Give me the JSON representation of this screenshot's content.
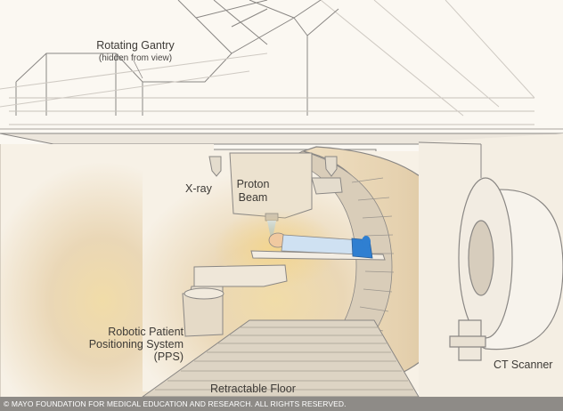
{
  "labels": {
    "rotating_gantry": "Rotating Gantry",
    "rotating_gantry_note": "(hidden from view)",
    "xray": "X-ray",
    "proton_line1": "Proton",
    "proton_line2": "Beam",
    "pps_line1": "Robotic Patient",
    "pps_line2": "Positioning System",
    "pps_line3": "(PPS)",
    "ct_scanner": "CT Scanner",
    "retractable_floor": "Retractable Floor"
  },
  "footer": {
    "copyright": "© MAYO FOUNDATION FOR MEDICAL EDUCATION AND RESEARCH. ALL RIGHTS RESERVED."
  },
  "colors": {
    "wall_warm": "#e9d9bd",
    "room_light": "#f6efe2",
    "beam_glow": "#e4c77a",
    "patient_blue": "#2f7fd1",
    "sketch_line": "#8a8784",
    "footer_bg": "#8e8b87"
  }
}
